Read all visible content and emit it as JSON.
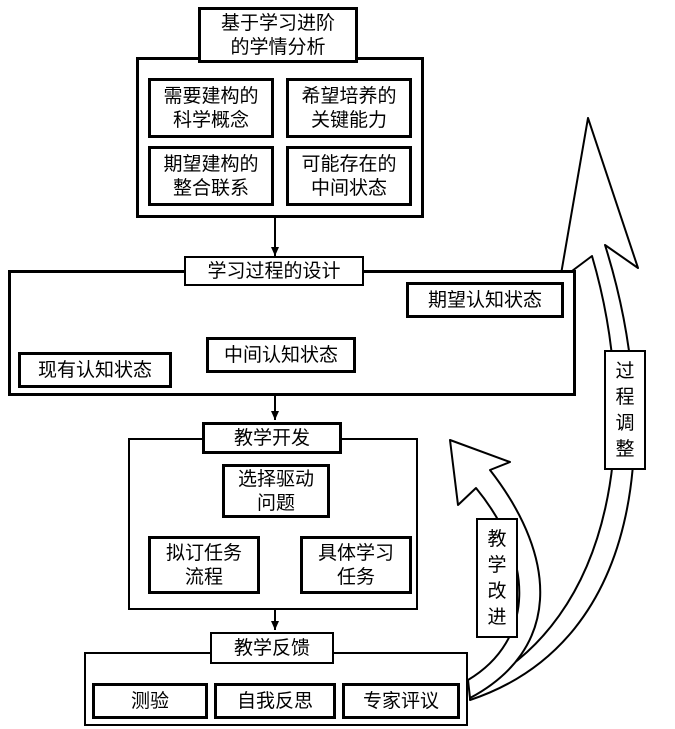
{
  "analysis": {
    "title": "基于学习进阶\n的学情分析",
    "items": [
      "需要建构的\n科学概念",
      "希望培养的\n关键能力",
      "期望建构的\n整合联系",
      "可能存在的\n中间状态"
    ]
  },
  "design": {
    "title": "学习过程的设计",
    "current": "现有认知状态",
    "middle": "中间认知状态",
    "expected": "期望认知状态"
  },
  "develop": {
    "title": "教学开发",
    "question": "选择驱动\n问题",
    "plan": "拟订任务\n流程",
    "task": "具体学习\n任务"
  },
  "feedback": {
    "title": "教学反馈",
    "items": [
      "测验",
      "自我反思",
      "专家评议"
    ]
  },
  "loops": {
    "improve": "教\n学\n改\n进",
    "adjust": "过\n程\n调\n整"
  }
}
